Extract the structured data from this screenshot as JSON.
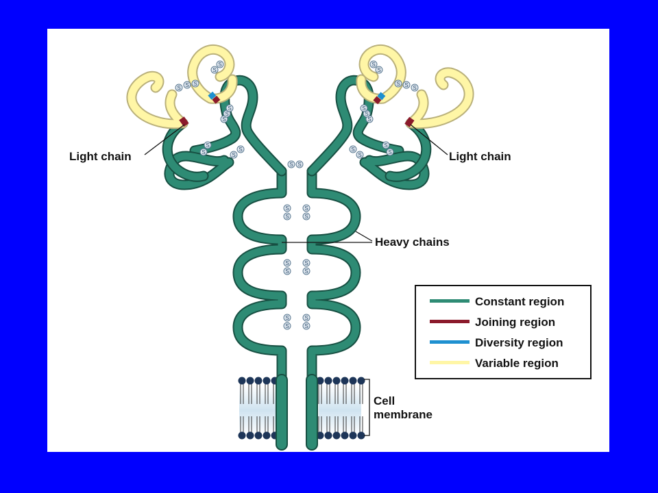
{
  "labels": {
    "light_chain_left": "Light chain",
    "light_chain_right": "Light chain",
    "heavy_chains": "Heavy chains",
    "cell_membrane_line1": "Cell",
    "cell_membrane_line2": "membrane"
  },
  "disulfide_symbol": "S",
  "legend": {
    "items": [
      {
        "label": "Constant region",
        "color": "#2e8b74"
      },
      {
        "label": "Joining region",
        "color": "#8b1a2b"
      },
      {
        "label": "Diversity region",
        "color": "#1e90d0"
      },
      {
        "label": "Variable region",
        "color": "#fff6a6"
      }
    ]
  },
  "colors": {
    "background": "#0000ff",
    "panel": "#ffffff",
    "constant": "#2e8b74",
    "constant_dark": "#174f42",
    "variable": "#fff6a6",
    "variable_dark": "#b9b07a",
    "joining": "#8b1a2b",
    "diversity": "#1e90d0",
    "disulfide": "#dfe7ef",
    "lipid_head": "#1d3558",
    "membrane_fill": "#cfe3f0"
  }
}
